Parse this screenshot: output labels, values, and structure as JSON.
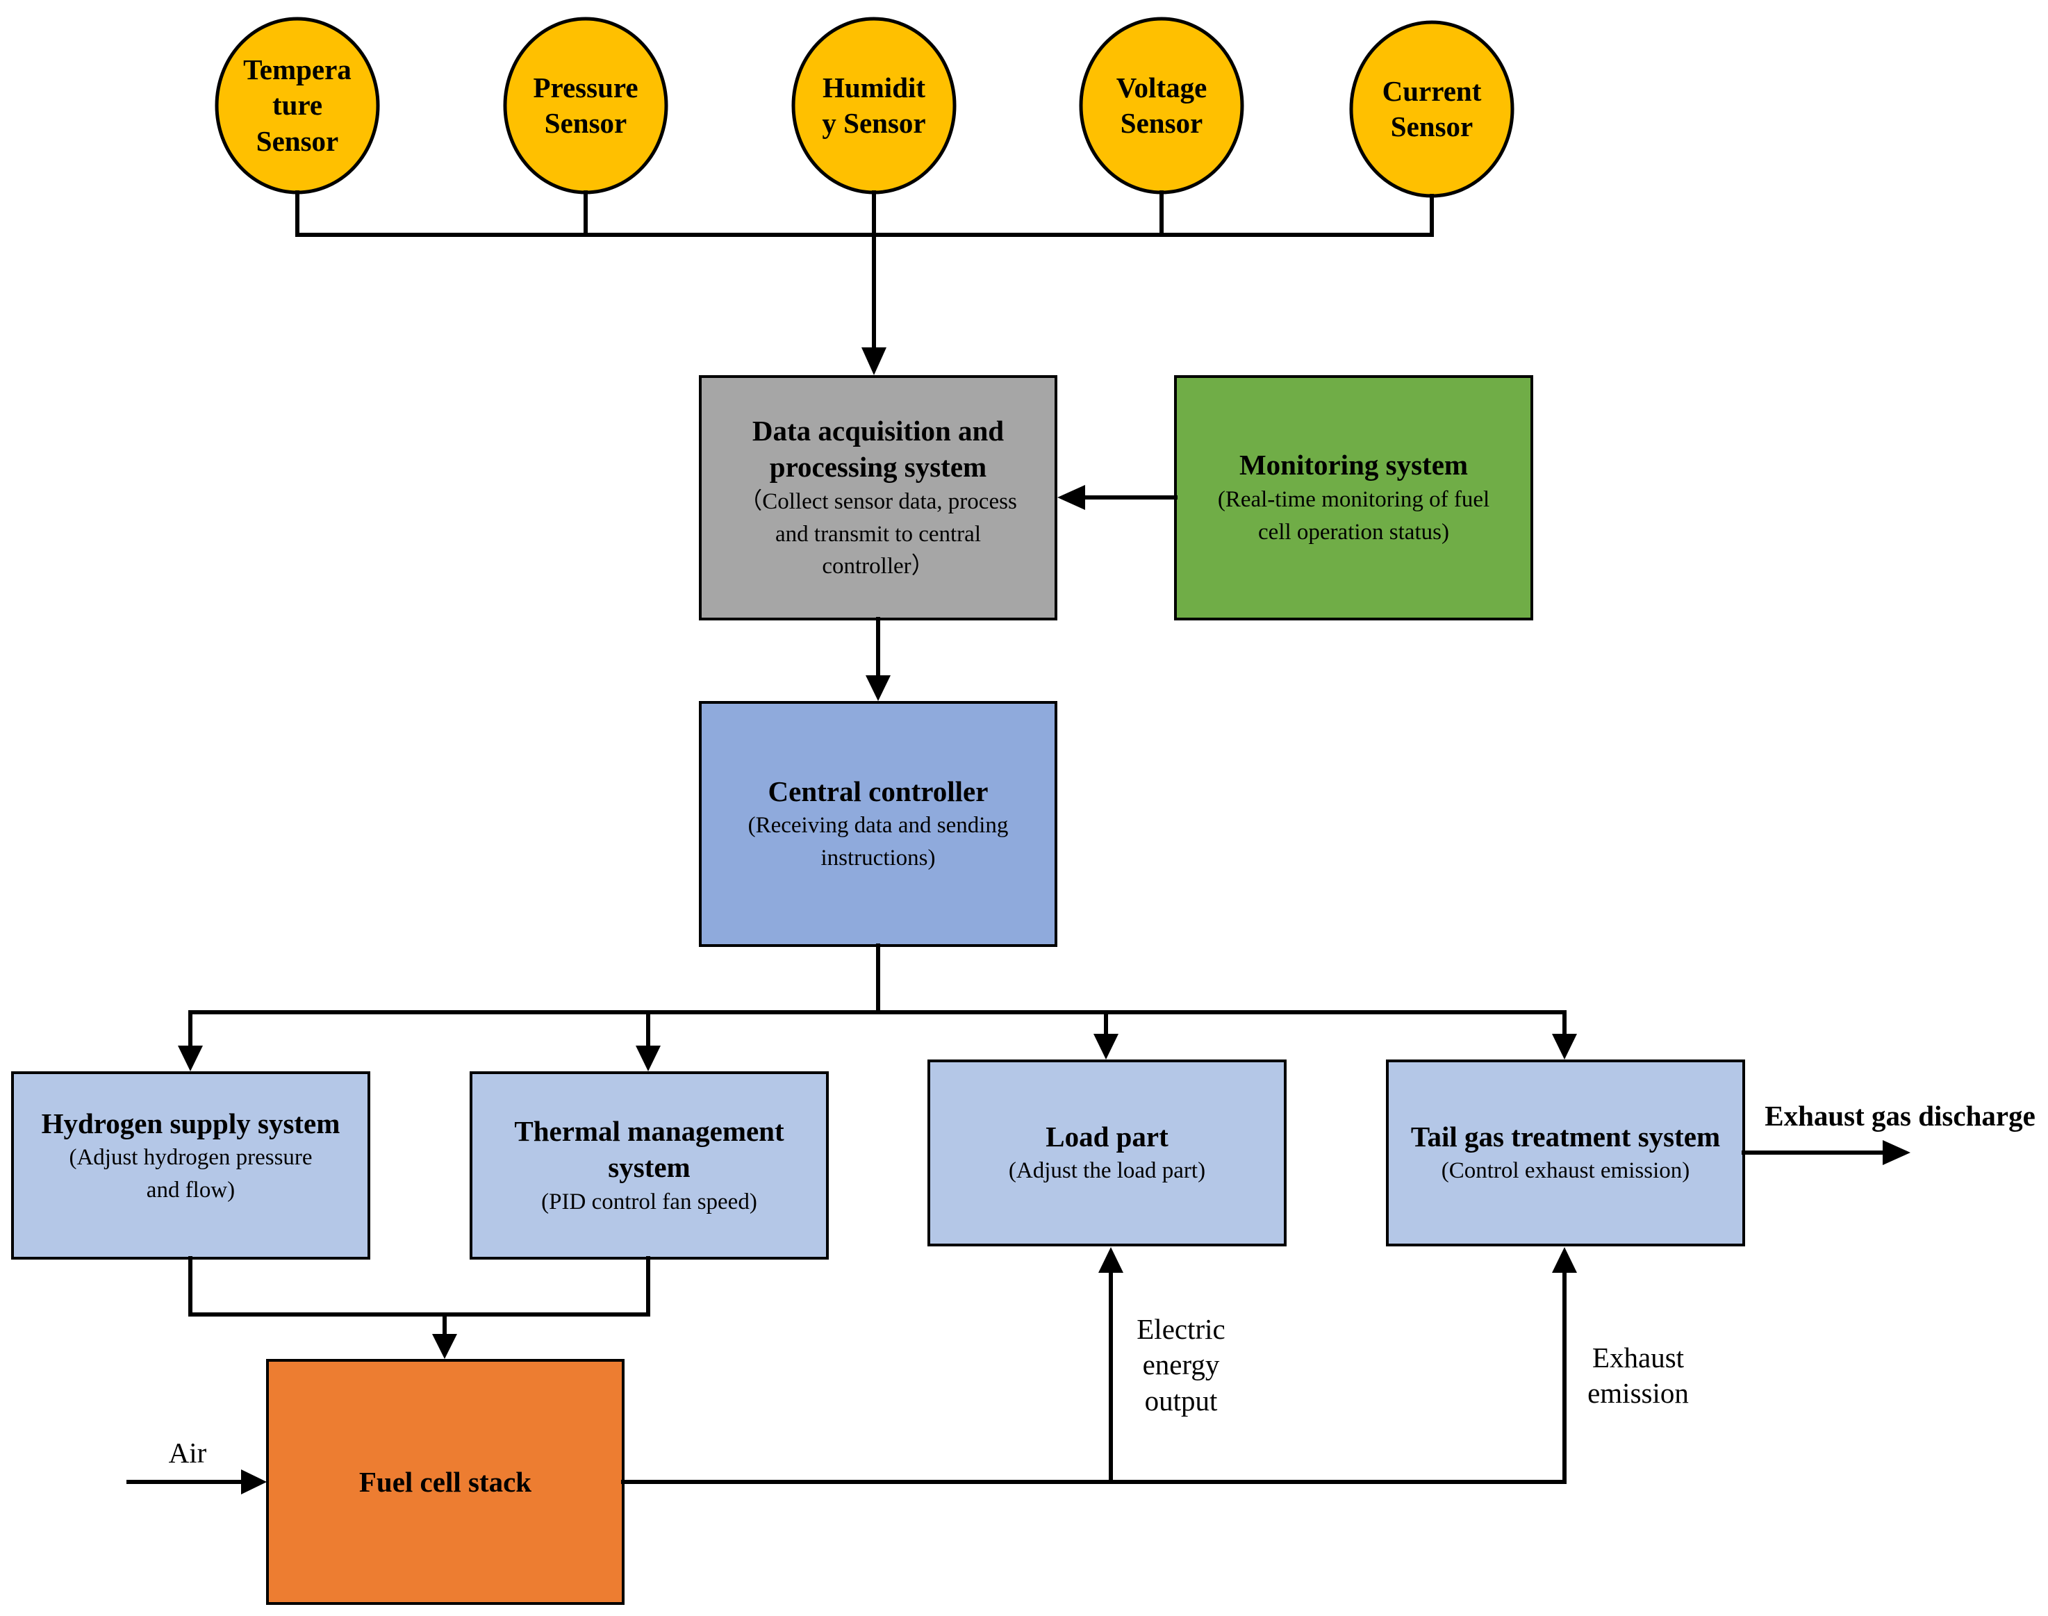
{
  "sensors": [
    {
      "id": "temperature",
      "lines": [
        "Tempera",
        "ture",
        "Sensor"
      ]
    },
    {
      "id": "pressure",
      "lines": [
        "Pressure",
        "Sensor"
      ]
    },
    {
      "id": "humidity",
      "lines": [
        "Humidit",
        "y Sensor"
      ]
    },
    {
      "id": "voltage",
      "lines": [
        "Voltage",
        "Sensor"
      ]
    },
    {
      "id": "current",
      "lines": [
        "Current",
        "Sensor"
      ]
    }
  ],
  "blocks": {
    "data_acquisition": {
      "title": [
        "Data acquisition and",
        "processing system"
      ],
      "sub": [
        "（Collect sensor data, process",
        "and transmit to central",
        "controller）"
      ]
    },
    "monitoring": {
      "title": [
        "Monitoring system"
      ],
      "sub": [
        "(Real-time monitoring of fuel",
        "cell operation status)"
      ]
    },
    "central_controller": {
      "title": [
        "Central controller"
      ],
      "sub": [
        "(Receiving data and sending",
        "instructions)"
      ]
    },
    "hydrogen_supply": {
      "title": [
        "Hydrogen supply system"
      ],
      "sub": [
        "(Adjust hydrogen pressure",
        "and flow)"
      ]
    },
    "thermal_management": {
      "title": [
        "Thermal management",
        "system"
      ],
      "sub": [
        "(PID control fan speed)"
      ]
    },
    "load_part": {
      "title": [
        "Load part"
      ],
      "sub": [
        "(Adjust the load part)"
      ]
    },
    "tail_gas": {
      "title": [
        "Tail gas treatment system"
      ],
      "sub": [
        "(Control exhaust emission)"
      ]
    },
    "fuel_cell_stack": {
      "title": [
        "Fuel cell stack"
      ],
      "sub": []
    }
  },
  "flow_labels": {
    "exhaust_discharge": [
      "Exhaust gas discharge"
    ],
    "air": [
      "Air"
    ],
    "electric_output": [
      "Electric",
      "energy",
      "output"
    ],
    "exhaust_emission": [
      "Exhaust",
      "emission"
    ]
  },
  "colors": {
    "sensor_fill": "#FFC000",
    "data_acquisition_fill": "#A6A6A6",
    "monitoring_fill": "#70AD47",
    "central_controller_fill": "#8FAADC",
    "subsystem_fill": "#B4C7E7",
    "fuel_cell_fill": "#ED7D31",
    "line": "#000000"
  }
}
